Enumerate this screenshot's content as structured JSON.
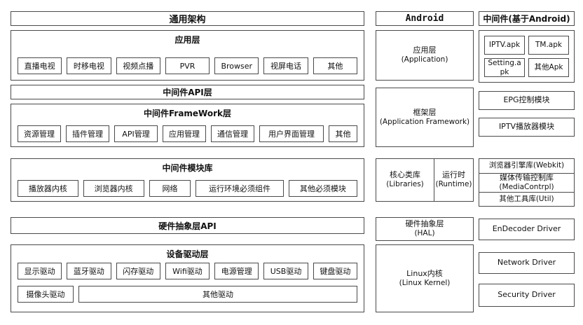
{
  "colors": {
    "border": "#4a4a4a",
    "background": "#ffffff",
    "text": "#111111"
  },
  "general": {
    "title": "通用架构",
    "app_layer": {
      "title": "应用层",
      "items": [
        "直播电视",
        "时移电视",
        "视频点播",
        "PVR",
        "Browser",
        "视屏电话",
        "其他"
      ]
    },
    "api_bar": "中间件API层",
    "framework_layer": {
      "title": "中间件FrameWork层",
      "items": [
        "资源管理",
        "插件管理",
        "API管理",
        "应用管理",
        "通信管理",
        "用户界面管理",
        "其他"
      ]
    },
    "module_layer": {
      "title": "中间件模块库",
      "items": [
        "播放器内核",
        "浏览器内核",
        "网络",
        "运行环境必须组件",
        "其他必须模块"
      ]
    },
    "hal_bar": "硬件抽象层API",
    "driver_layer": {
      "title": "设备驱动层",
      "row1": [
        "显示驱动",
        "蓝牙驱动",
        "闪存驱动",
        "Wifi驱动",
        "电源管理",
        "USB驱动",
        "键盘驱动"
      ],
      "row2": [
        "摄像头驱动",
        "其他驱动"
      ]
    }
  },
  "android": {
    "title": "Android",
    "app": {
      "label": "应用层",
      "sub": "(Application)"
    },
    "framework": {
      "label": "框架层",
      "sub": "(Application Framework)"
    },
    "libraries": {
      "label": "核心类库",
      "sub": "(Libraries)"
    },
    "runtime": {
      "label": "运行时",
      "sub": "(Runtime)"
    },
    "hal": {
      "label": "硬件抽象层",
      "sub": "(HAL)"
    },
    "kernel": {
      "label": "Linux内核",
      "sub": "(Linux Kernel)"
    }
  },
  "middleware": {
    "title": "中间件(基于Android)",
    "apks": [
      "IPTV.apk",
      "TM.apk",
      "Setting.apk",
      "其他Apk"
    ],
    "epg_module": "EPG控制模块",
    "player_module": "IPTV播放器模块",
    "libs": {
      "webkit": "浏览器引擎库(Webkit)",
      "media_label": "媒体传输控制库",
      "media_sub": "(MediaContrpl)",
      "util": "其他工具库(Util)"
    },
    "drivers": [
      "EnDecoder Driver",
      "Network Driver",
      "Security Driver"
    ]
  }
}
